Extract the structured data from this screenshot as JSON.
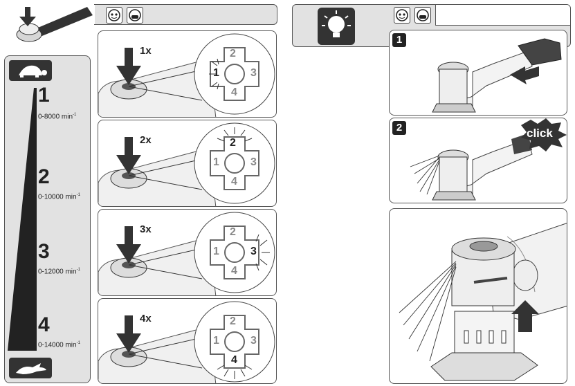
{
  "speeds": [
    {
      "level": "1",
      "range": "0-8000 min",
      "unit_sup": "-1"
    },
    {
      "level": "2",
      "range": "0-10000 min",
      "unit_sup": "-1"
    },
    {
      "level": "3",
      "range": "0-12000 min",
      "unit_sup": "-1"
    },
    {
      "level": "4",
      "range": "0-14000 min",
      "unit_sup": "-1"
    }
  ],
  "presses": [
    "1x",
    "2x",
    "3x",
    "4x"
  ],
  "dial_labels": [
    "1",
    "2",
    "3",
    "4"
  ],
  "steps": [
    "1",
    "2"
  ],
  "click_text": "click",
  "icons": [
    "eye-protection-icon",
    "dust-mask-icon",
    "lightbulb-icon",
    "turtle-icon",
    "rabbit-icon",
    "arrow-down-icon",
    "arrow-up-icon"
  ]
}
